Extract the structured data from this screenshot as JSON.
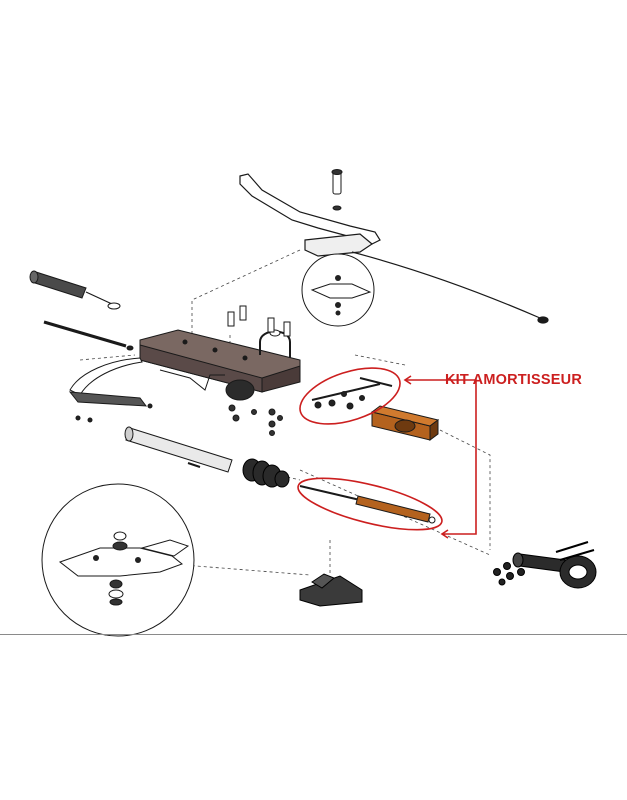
{
  "callout": {
    "label": "KIT AMORTISSEUR",
    "color": "#cc1f1f"
  },
  "colors": {
    "line": "#1a1a1a",
    "dashed": "#444444",
    "body_dark": "#5a4a48",
    "body_top": "#7a6862",
    "shock_tube": "#b4621e",
    "shock_tube_dark": "#6e3a10",
    "metal": "#2b2b2b"
  },
  "parts": [
    "actuating-lever",
    "top-bolt",
    "brake-cable",
    "lever-detail-circle",
    "handbrake-cylinder",
    "rod",
    "chassis-housing",
    "u-bolt",
    "mounting-bolts",
    "strap-bracket",
    "drawbar-tube",
    "bellows-boot",
    "shock-absorber-kit-small",
    "shock-absorber-kit-rod",
    "coupling-sleeve",
    "towing-eye",
    "nuts-and-bolts",
    "coupling-head",
    "lever-assembly-detail-circle"
  ]
}
